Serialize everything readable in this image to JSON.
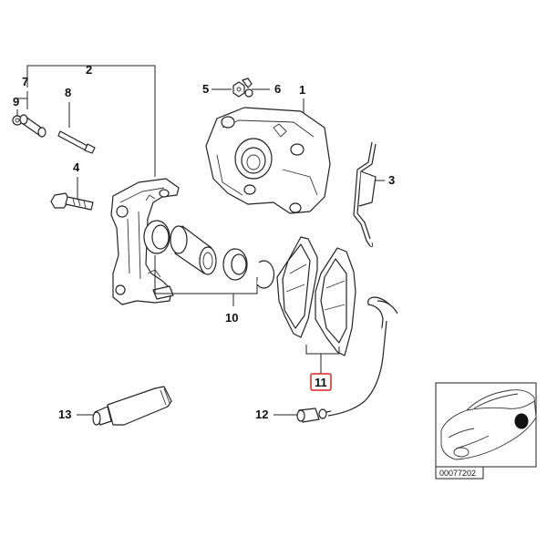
{
  "callouts": {
    "c1": "1",
    "c2": "2",
    "c3": "3",
    "c4": "4",
    "c5": "5",
    "c6": "6",
    "c7": "7",
    "c8": "8",
    "c9": "9",
    "c10": "10",
    "c11": "11",
    "c12": "12",
    "c13": "13"
  },
  "highlight_color": "#dd2222",
  "thumbnail": {
    "doc_number": "00077202"
  }
}
